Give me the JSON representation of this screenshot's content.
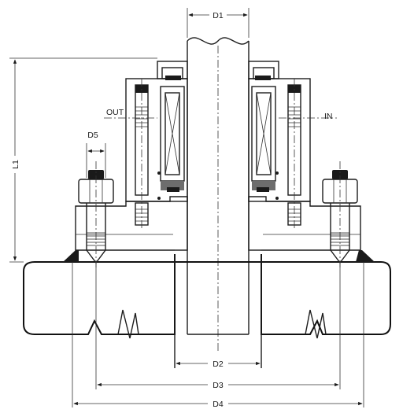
{
  "labels": {
    "d1": "D1",
    "d2": "D2",
    "d3": "D3",
    "d4": "D4",
    "d5": "D5",
    "l1": "L1",
    "out": "OUT",
    "in": "IN"
  }
}
